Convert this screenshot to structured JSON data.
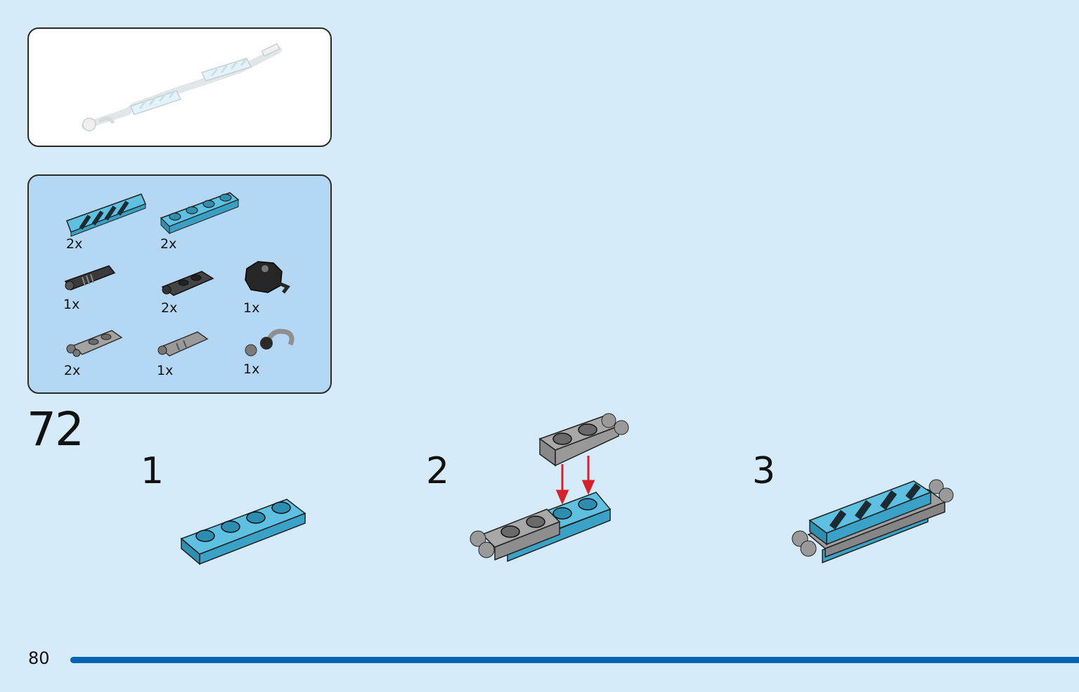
{
  "step": {
    "number": "72"
  },
  "substeps": [
    {
      "label": "1"
    },
    {
      "label": "2"
    },
    {
      "label": "3"
    }
  ],
  "parts_list": [
    {
      "qty": "2x",
      "icon": "tile-1x4-striped-icon"
    },
    {
      "qty": "2x",
      "icon": "plate-1x4-azure-icon"
    },
    {
      "qty": "1x",
      "icon": "shock-absorber-icon"
    },
    {
      "qty": "2x",
      "icon": "hinge-plate-dark-icon"
    },
    {
      "qty": "1x",
      "icon": "robot-head-black-icon"
    },
    {
      "qty": "2x",
      "icon": "clip-plate-gray-icon"
    },
    {
      "qty": "1x",
      "icon": "bar-clip-gray-icon"
    },
    {
      "qty": "1x",
      "icon": "hook-ball-icon"
    }
  ],
  "page": {
    "number": "80"
  },
  "colors": {
    "background": "#d6ebfa",
    "parts_panel": "#b4d8f4",
    "azure": "#5ec1e2",
    "gray": "#a3a3a3",
    "dark": "#3a3a3a",
    "arrow": "#d8202a",
    "progress": "#0066b3"
  }
}
